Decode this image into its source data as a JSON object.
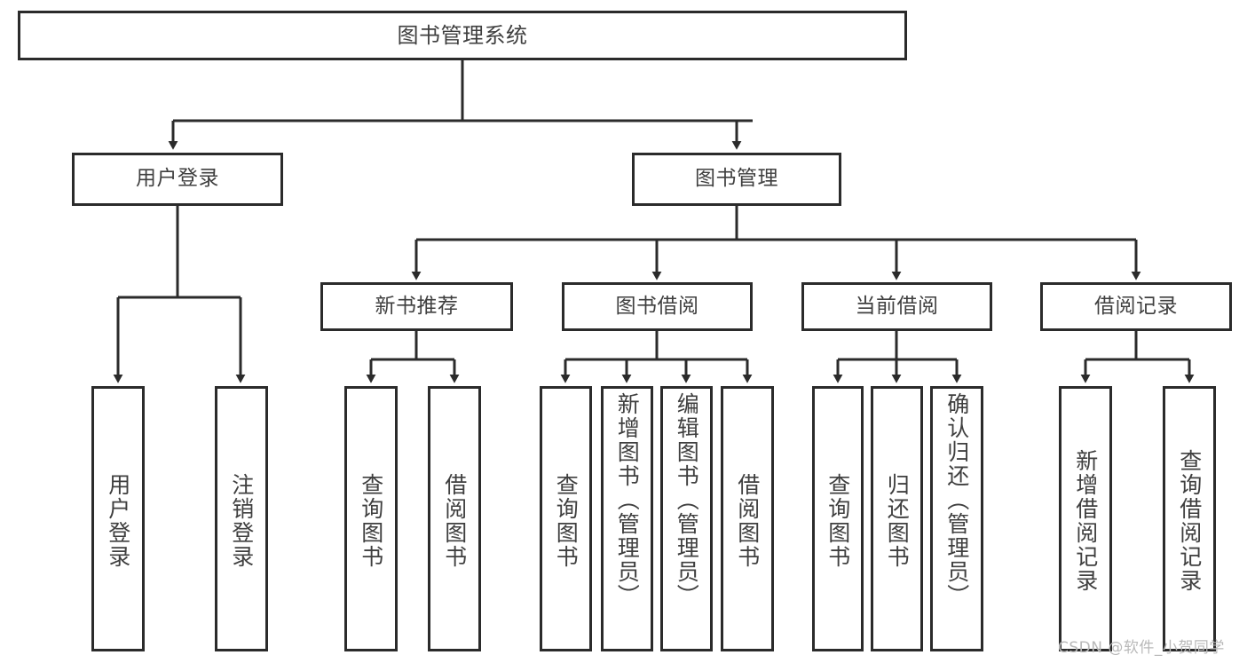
{
  "diagram": {
    "type": "tree",
    "title": "图书管理系统",
    "stroke_color": "#2b2b2b",
    "text_color": "#3f3f3f",
    "background_color": "#ffffff",
    "root": {
      "label": "图书管理系统"
    },
    "level1": [
      {
        "label": "用户登录"
      },
      {
        "label": "图书管理"
      }
    ],
    "level2": [
      {
        "label": "新书推荐"
      },
      {
        "label": "图书借阅"
      },
      {
        "label": "当前借阅"
      },
      {
        "label": "借阅记录"
      }
    ],
    "leaves": {
      "user_login": [
        {
          "label": "用户登录"
        },
        {
          "label": "注销登录"
        }
      ],
      "new_book_recommend": [
        {
          "label": "查询图书"
        },
        {
          "label": "借阅图书"
        }
      ],
      "book_borrow": [
        {
          "label": "查询图书"
        },
        {
          "label": "新增图书（管理员）"
        },
        {
          "label": "编辑图书（管理员）"
        },
        {
          "label": "借阅图书"
        }
      ],
      "current_borrow": [
        {
          "label": "查询图书"
        },
        {
          "label": "归还图书"
        },
        {
          "label": "确认归还（管理员）"
        }
      ],
      "borrow_record": [
        {
          "label": "新增借阅记录"
        },
        {
          "label": "查询借阅记录"
        }
      ]
    }
  },
  "watermark": {
    "text": "CSDN @软件_小贺同学"
  }
}
